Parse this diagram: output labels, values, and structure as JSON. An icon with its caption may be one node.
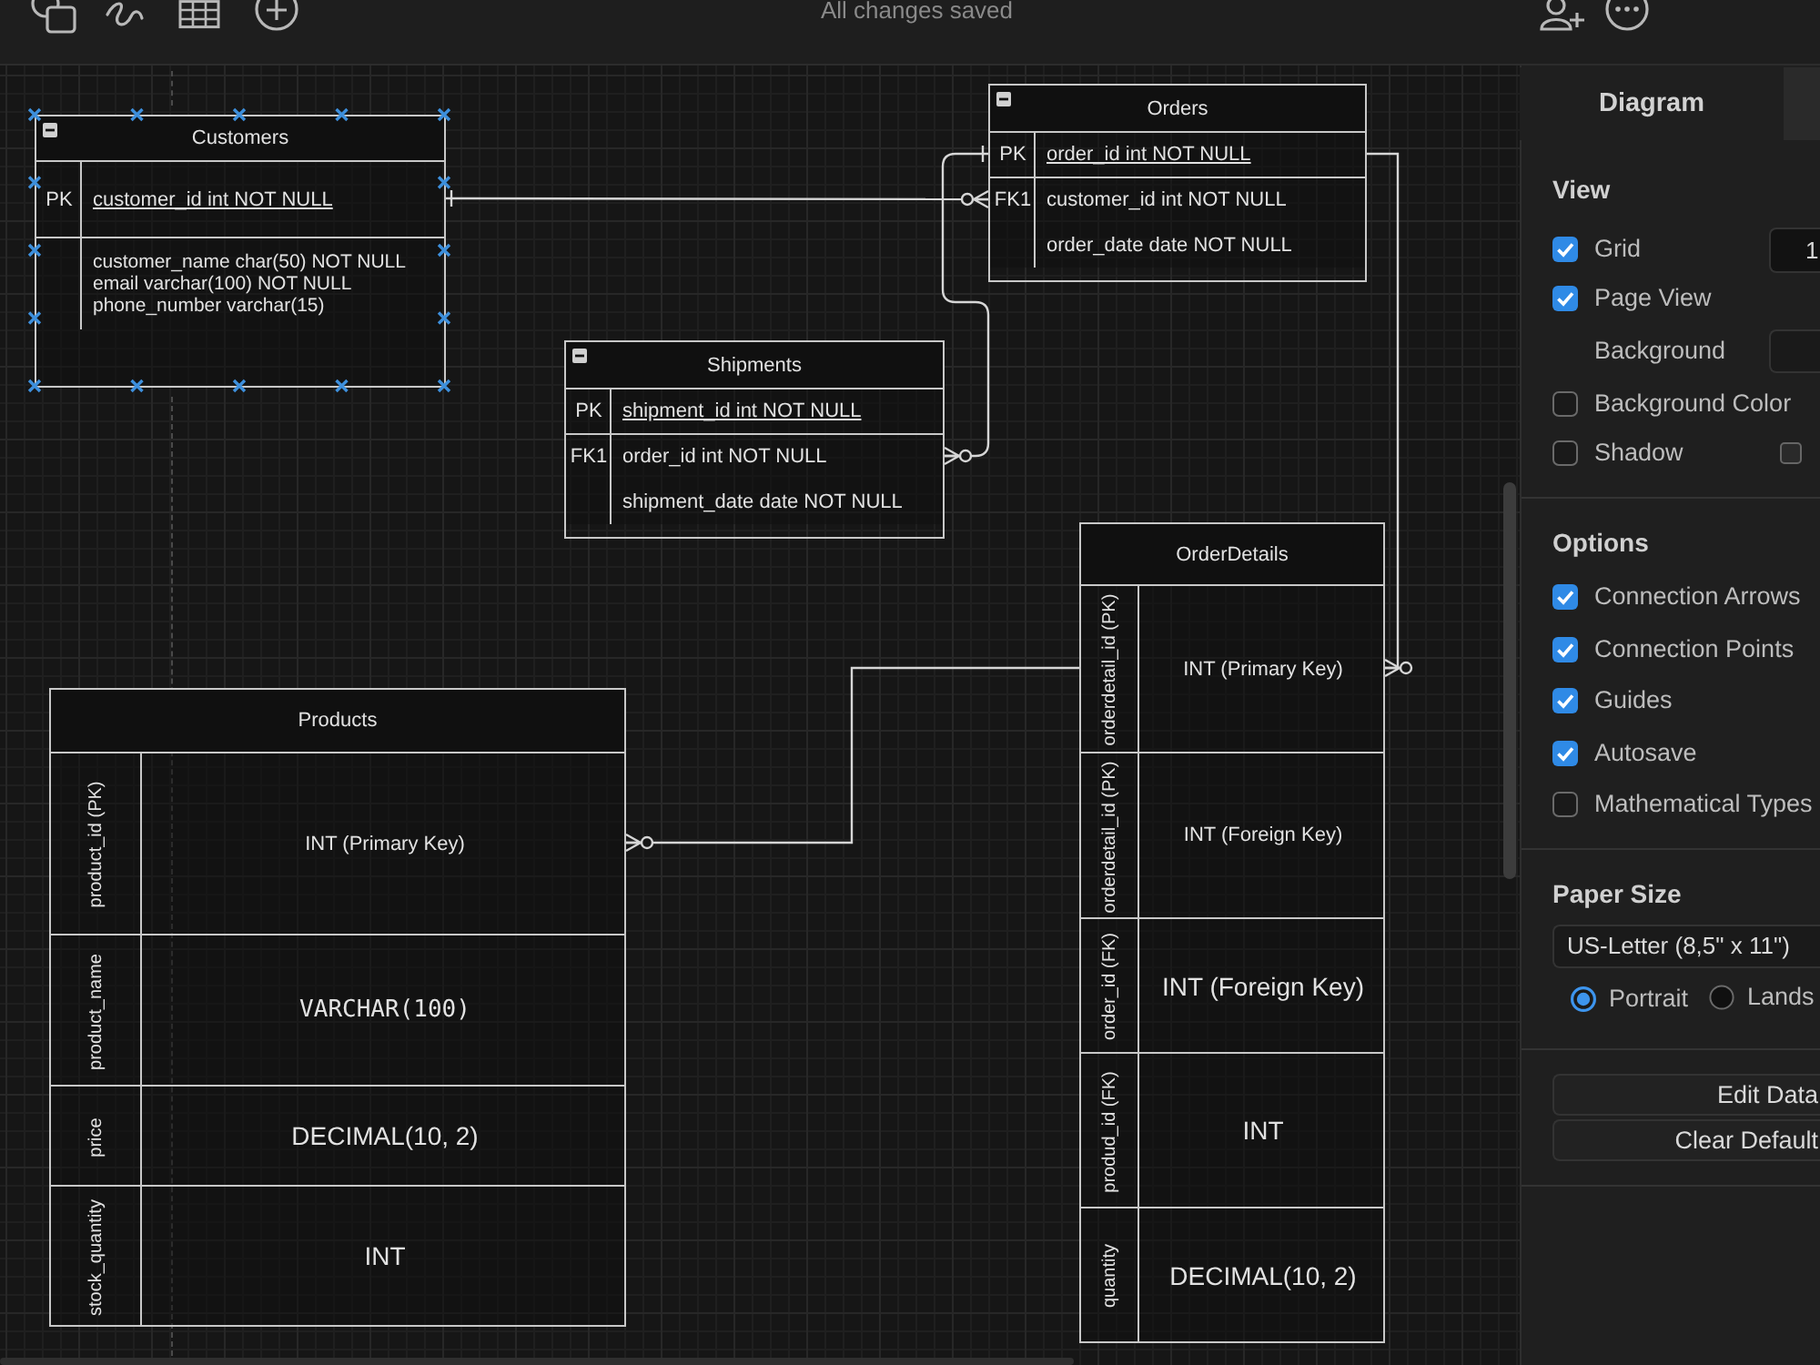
{
  "diagram": {
    "nodes": [
      {
        "text": [
          "Customers"
        ]
      },
      {
        "text": [
          "PK",
          "customer_id int NOT NULL"
        ],
        "in": 0
      },
      {
        "text": [
          "customer_name char(50) NOT NULL",
          "email varchar(100) NOT NULL",
          "phone_number varchar(15)"
        ],
        "in": 0
      },
      {
        "text": [
          "Orders"
        ]
      },
      {
        "text": [
          "PK",
          "order_id int NOT NULL"
        ],
        "in": 3
      },
      {
        "text": [
          "FK1",
          "customer_id int NOT NULL"
        ],
        "in": 3
      },
      {
        "text": [
          "order_date date NOT NULL"
        ],
        "in": 3
      },
      {
        "text": [
          "Shipments"
        ]
      },
      {
        "text": [
          "PK",
          "shipment_id int NOT NULL"
        ],
        "in": 7
      },
      {
        "text": [
          "FK1",
          "order_id int NOT NULL"
        ],
        "in": 7
      },
      {
        "text": [
          "shipment_date date NOT NULL"
        ],
        "in": 7
      },
      {
        "text": [
          "OrderDetails"
        ]
      },
      {
        "text": [
          "orderdetail_id (PK)",
          "INT (Primary Key)"
        ],
        "in": 11
      },
      {
        "text": [
          "orderdetail_id (PK)",
          "INT (Foreign Key)"
        ],
        "in": 11
      },
      {
        "text": [
          "order_id (FK)",
          "INT (Foreign Key)"
        ],
        "in": 11
      },
      {
        "text": [
          "produd_id (FK)",
          "INT"
        ],
        "in": 11
      },
      {
        "text": [
          "quantity",
          "DECIMAL(10, 2)"
        ],
        "in": 11
      },
      {
        "text": [
          "Products"
        ]
      },
      {
        "text": [
          "product_id (PK)",
          "INT (Primary Key)"
        ],
        "in": 17
      },
      {
        "text": [
          "product_name",
          "VARCHAR(100)"
        ],
        "in": 17
      },
      {
        "text": [
          "price",
          "DECIMAL(10, 2)"
        ],
        "in": 17
      },
      {
        "text": [
          "stock_quantity",
          "INT"
        ],
        "in": 17
      }
    ],
    "edges": [
      {
        "from": 1,
        "to": 5,
        "arrow": "other"
      },
      {
        "from": 4,
        "to": 9,
        "arrow": "other"
      },
      {
        "from": 4,
        "to": 12,
        "arrow": "other"
      },
      {
        "from": 18,
        "to": 12,
        "arrow": "other"
      }
    ],
    "labels": [
      "All changes saved",
      "Diagram",
      "View",
      "Grid",
      "1",
      "Page View",
      "Background",
      "Background Color",
      "Shadow",
      "Options",
      "Connection Arrows",
      "Connection Points",
      "Guides",
      "Autosave",
      "Mathematical Types",
      "Paper Size",
      "US-Letter (8,5\" x 11\")",
      "Portrait",
      "Lands",
      "Edit Data",
      "Clear Default"
    ]
  }
}
